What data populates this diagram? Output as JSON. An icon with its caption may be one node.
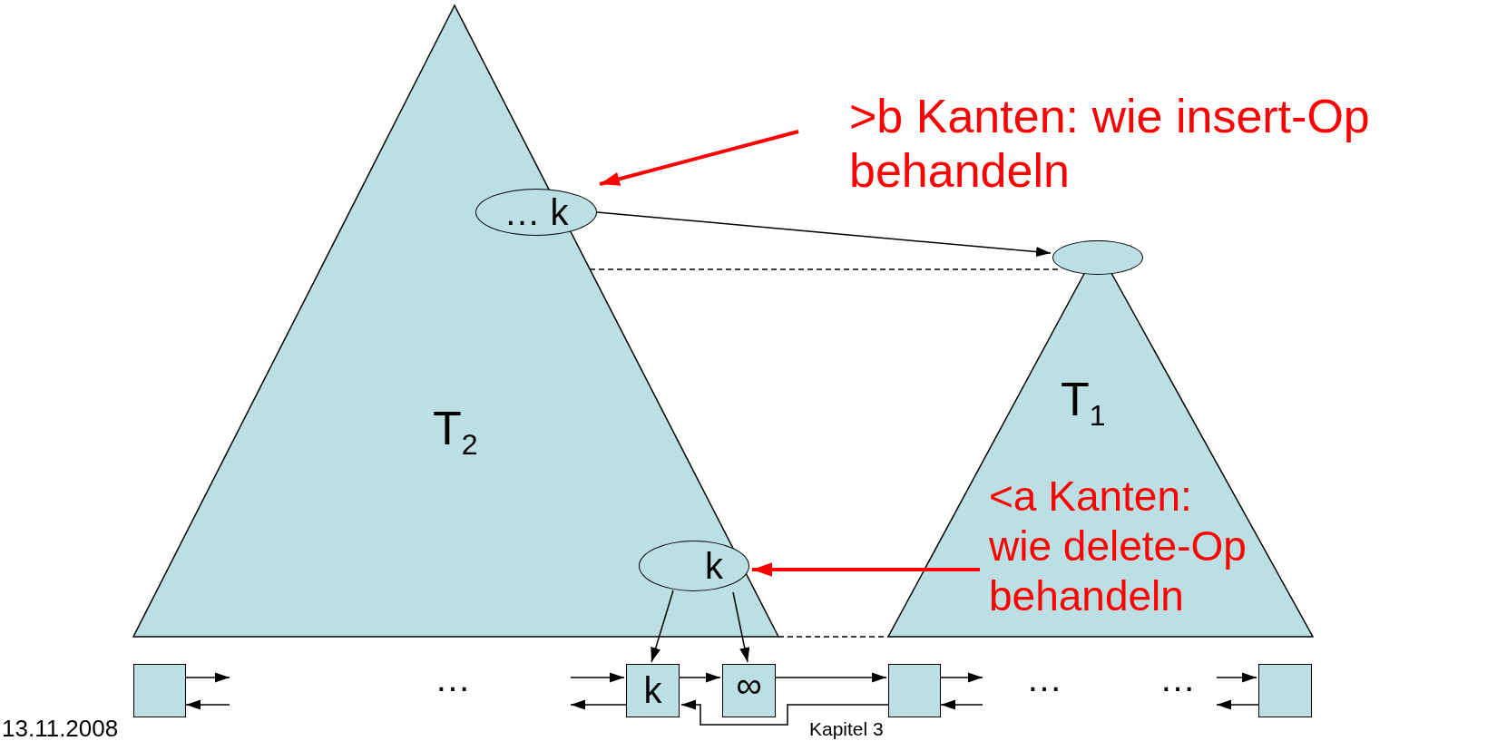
{
  "diagram": {
    "nodes": [
      {
        "text": [
          "T$_{2}$"
        ]
      },
      {
        "text": [
          "… k"
        ],
        "in": 0
      },
      {
        "text": [],
        "shape": "ellipse"
      },
      {
        "text": [
          "T$_{1}$"
        ]
      },
      {
        "text": [
          "k"
        ],
        "in": 0
      },
      {
        "text": [
          ">b Kanten: wie insert-Op behandeln"
        ]
      },
      {
        "text": [
          "<a Kanten: wie delete-Op behandeln"
        ],
        "in": 3
      },
      {
        "text": [],
        "shape": "box"
      },
      {
        "text": [
          "k"
        ]
      },
      {
        "text": [
          "∞"
        ]
      },
      {
        "text": [],
        "shape": "box"
      },
      {
        "text": [],
        "shape": "box"
      }
    ],
    "edges": [
      {
        "from": 5,
        "to": 1,
        "arrow": "to",
        "style": "thick",
        "color": "#ff0000"
      },
      {
        "from": 1,
        "to": 2,
        "arrow": "to"
      },
      {
        "from": 0,
        "to": 2,
        "arrow": "none",
        "style": "dashed"
      },
      {
        "from": 6,
        "to": 4,
        "arrow": "to",
        "style": "thick",
        "color": "#ff0000"
      },
      {
        "from": 4,
        "to": 8,
        "arrow": "to"
      },
      {
        "from": 4,
        "to": 9,
        "arrow": "to"
      },
      {
        "from": 0,
        "to": 3,
        "arrow": "none",
        "style": "dashed"
      },
      {
        "from": 7,
        "to": null,
        "arrow": "to"
      },
      {
        "from": null,
        "to": 7,
        "arrow": "to"
      },
      {
        "from": null,
        "to": 8,
        "arrow": "to"
      },
      {
        "from": 8,
        "to": null,
        "arrow": "to"
      },
      {
        "from": 8,
        "to": 9,
        "arrow": "to"
      },
      {
        "from": 9,
        "to": 10,
        "arrow": "to"
      },
      {
        "from": 10,
        "to": 8,
        "arrow": "to"
      },
      {
        "from": 10,
        "to": null,
        "arrow": "to"
      },
      {
        "from": null,
        "to": 10,
        "arrow": "to"
      },
      {
        "from": null,
        "to": 11,
        "arrow": "to"
      },
      {
        "from": 11,
        "to": null,
        "arrow": "to"
      }
    ],
    "labels": [
      "…",
      "…",
      "…",
      "13.11.2008",
      "Kapitel 3"
    ]
  }
}
